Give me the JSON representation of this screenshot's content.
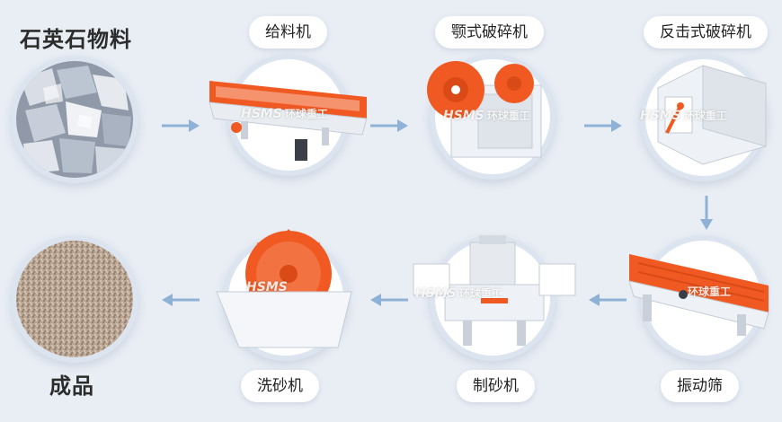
{
  "source_title": "石英石物料",
  "product_title": "成品",
  "brand": {
    "logo_latin": "HSMS",
    "logo_cn": "环球重工"
  },
  "stages": [
    {
      "label": "给料机"
    },
    {
      "label": "颚式破碎机"
    },
    {
      "label": "反击式破碎机"
    },
    {
      "label": "振动筛"
    },
    {
      "label": "制砂机"
    },
    {
      "label": "洗砂机"
    }
  ],
  "colors": {
    "accent": "#f05a22",
    "arrow": "#8fb1d6",
    "ring": "#dbe4ef",
    "background": "#e9eef5"
  },
  "icons": [
    "arrow-right-icon",
    "arrow-down-icon",
    "arrow-left-icon"
  ]
}
